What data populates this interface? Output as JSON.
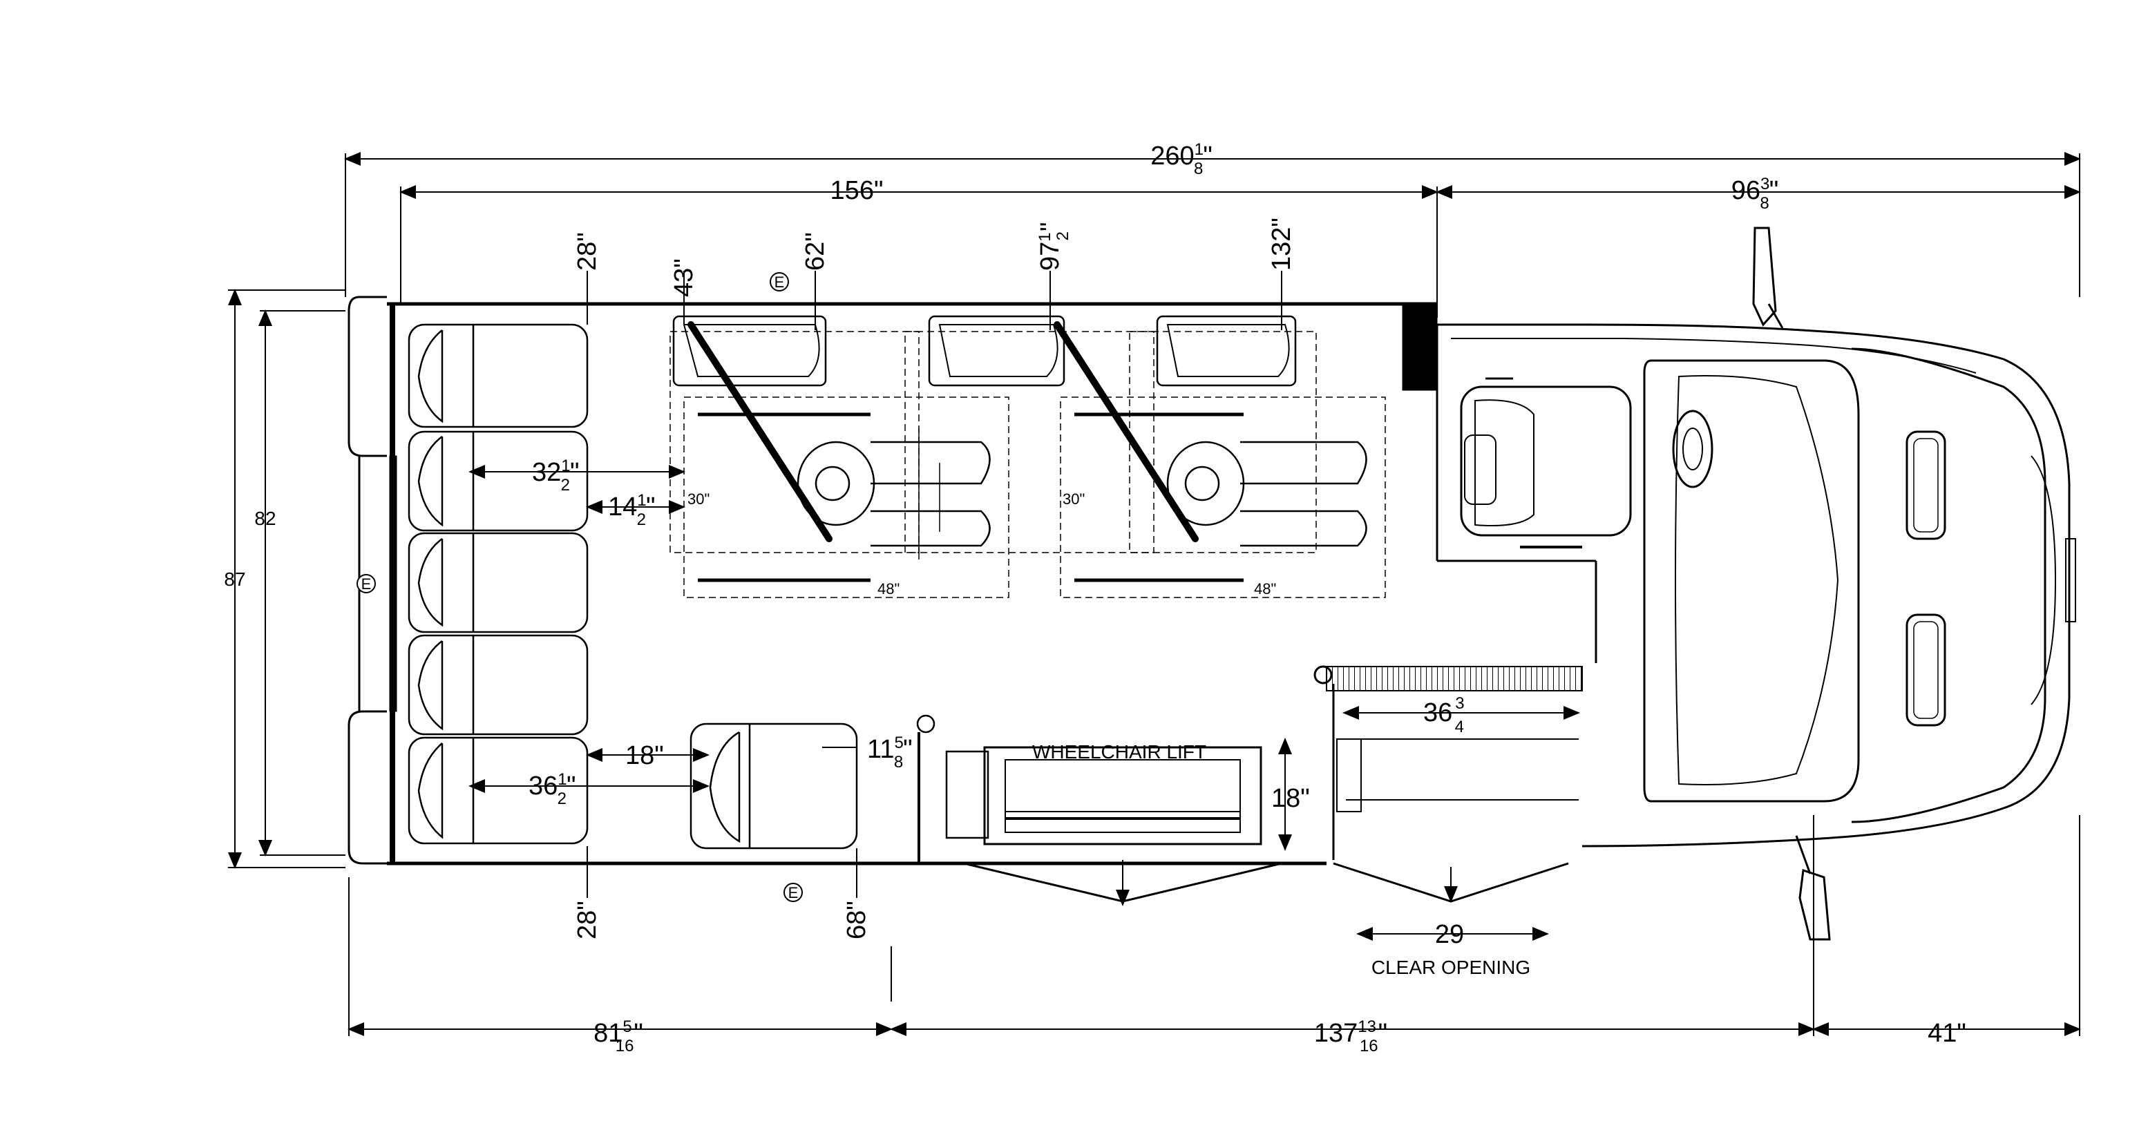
{
  "drawing": {
    "overall_length": {
      "whole": "260",
      "num": "1",
      "den": "8",
      "unit": "\""
    },
    "interior_length": "156\"",
    "front_length": {
      "whole": "96",
      "num": "3",
      "den": "8",
      "unit": "\""
    },
    "width_outer": "87",
    "width_inner": "82",
    "seat_28_top": "28\"",
    "seat_43": "43\"",
    "seat_62": "62\"",
    "seat_97": {
      "whole": "97",
      "num": "1",
      "den": "2",
      "unit": "\""
    },
    "seat_132": "132\"",
    "aisle_32": {
      "whole": "32",
      "num": "1",
      "den": "2",
      "unit": "\""
    },
    "aisle_14": {
      "whole": "14",
      "num": "1",
      "den": "2",
      "unit": "\""
    },
    "aisle_36": {
      "whole": "36",
      "num": "1",
      "den": "2",
      "unit": "\""
    },
    "dim_18a": "18\"",
    "dim_18b": "18\"",
    "dim_11": {
      "whole": "11",
      "num": "5",
      "den": "8",
      "unit": "\""
    },
    "door_width": {
      "whole": "36",
      "num": "3",
      "den": "4"
    },
    "wc_30a": "30\"",
    "wc_30b": "30\"",
    "wc_48a": "48\"",
    "wc_48b": "48\"",
    "lift_label": "WHEELCHAIR LIFT",
    "clear_opening_value": "29",
    "clear_opening_label": "CLEAR OPENING",
    "seat_28_bottom": "28\"",
    "seat_68": "68\"",
    "rear_81": {
      "whole": "81",
      "num": "5",
      "den": "16",
      "unit": "\""
    },
    "mid_137": {
      "whole": "137",
      "num": "13",
      "den": "16",
      "unit": "\""
    },
    "front_41": "41\"",
    "extinguisher_symbol": "E"
  }
}
